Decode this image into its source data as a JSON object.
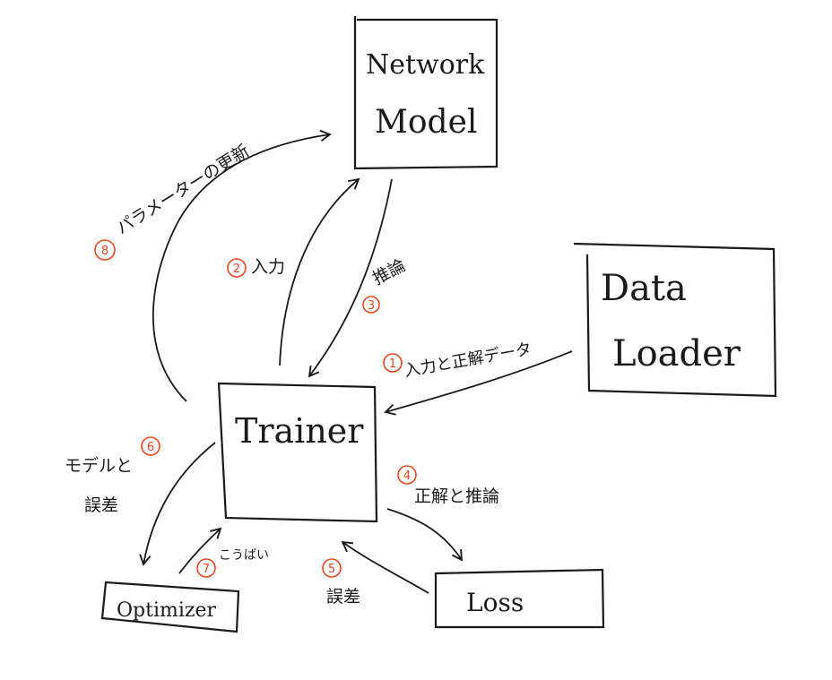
{
  "nodes": {
    "network_model": [
      "Network",
      "Model"
    ],
    "data_loader": [
      "Data",
      "Loader"
    ],
    "trainer": "Trainer",
    "optimizer": "Optimizer",
    "loss": "Loss"
  },
  "edges": {
    "param_update": {
      "number": "8",
      "label": "パラメーターの更新"
    },
    "input": {
      "number": "2",
      "label": "入力"
    },
    "inference": {
      "number": "3",
      "label": "推論"
    },
    "data_in": {
      "number": "1",
      "label": "入力と正解データ"
    },
    "model_error": {
      "number": "6",
      "label": [
        "モデルと",
        "誤差"
      ]
    },
    "answer_inference": {
      "number": "4",
      "label": "正解と推論"
    },
    "effort": {
      "number": "7",
      "label": "こうばい"
    },
    "error": {
      "number": "5",
      "label": "誤差"
    }
  },
  "colors": {
    "ink": "#1a1a1a",
    "number_circle": "#e8471c"
  }
}
